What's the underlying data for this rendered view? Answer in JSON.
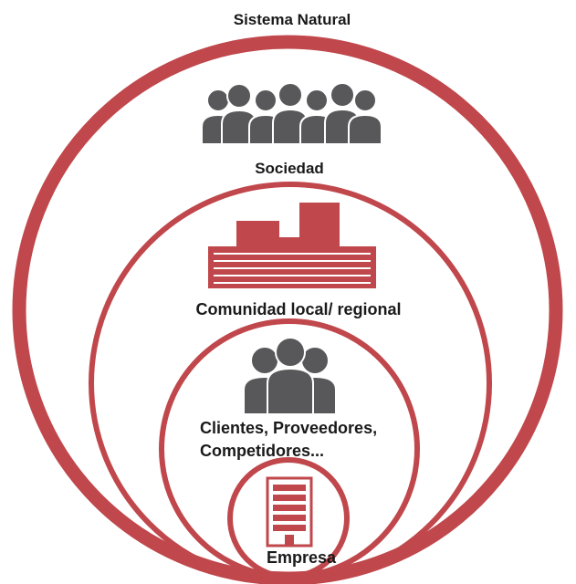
{
  "colors": {
    "ring": "#c0474b",
    "icon_gray": "#58585a",
    "text": "#1a1a1a",
    "building_fill": "#c0474b",
    "building_lines": "#ffffff",
    "tower_fill": "#ffffff"
  },
  "rings": [
    {
      "label": "Sistema Natural",
      "icon": "nature-icon"
    },
    {
      "label": "Sociedad",
      "icon": "crowd-icon"
    },
    {
      "label": "Comunidad local/ regional",
      "icon": "factory-building-icon"
    },
    {
      "label_lines": [
        "Clientes, Proveedores,",
        "Competidores..."
      ],
      "icon": "stakeholders-group-icon"
    },
    {
      "label": "Empresa",
      "icon": "office-tower-icon"
    }
  ]
}
